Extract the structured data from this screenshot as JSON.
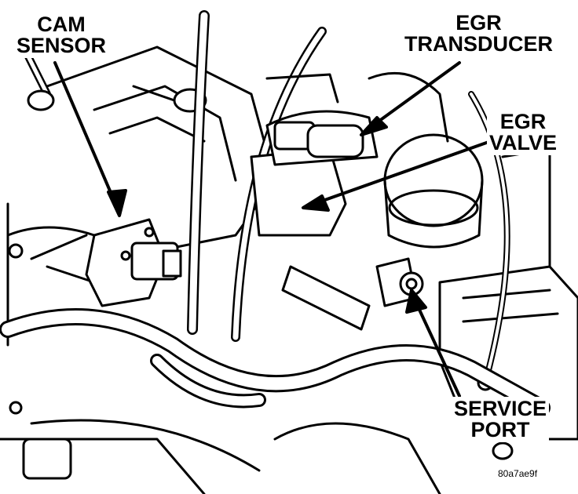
{
  "labels": {
    "cam_sensor": [
      "CAM",
      "SENSOR"
    ],
    "egr_transducer": [
      "EGR",
      "TRANSDUCER"
    ],
    "egr_valve": [
      "EGR",
      "VALVE"
    ],
    "service_port": [
      "SERVICE",
      "PORT"
    ]
  },
  "figure_id": "80a7ae9f",
  "colors": {
    "ink": "#000000",
    "paper": "#ffffff"
  }
}
